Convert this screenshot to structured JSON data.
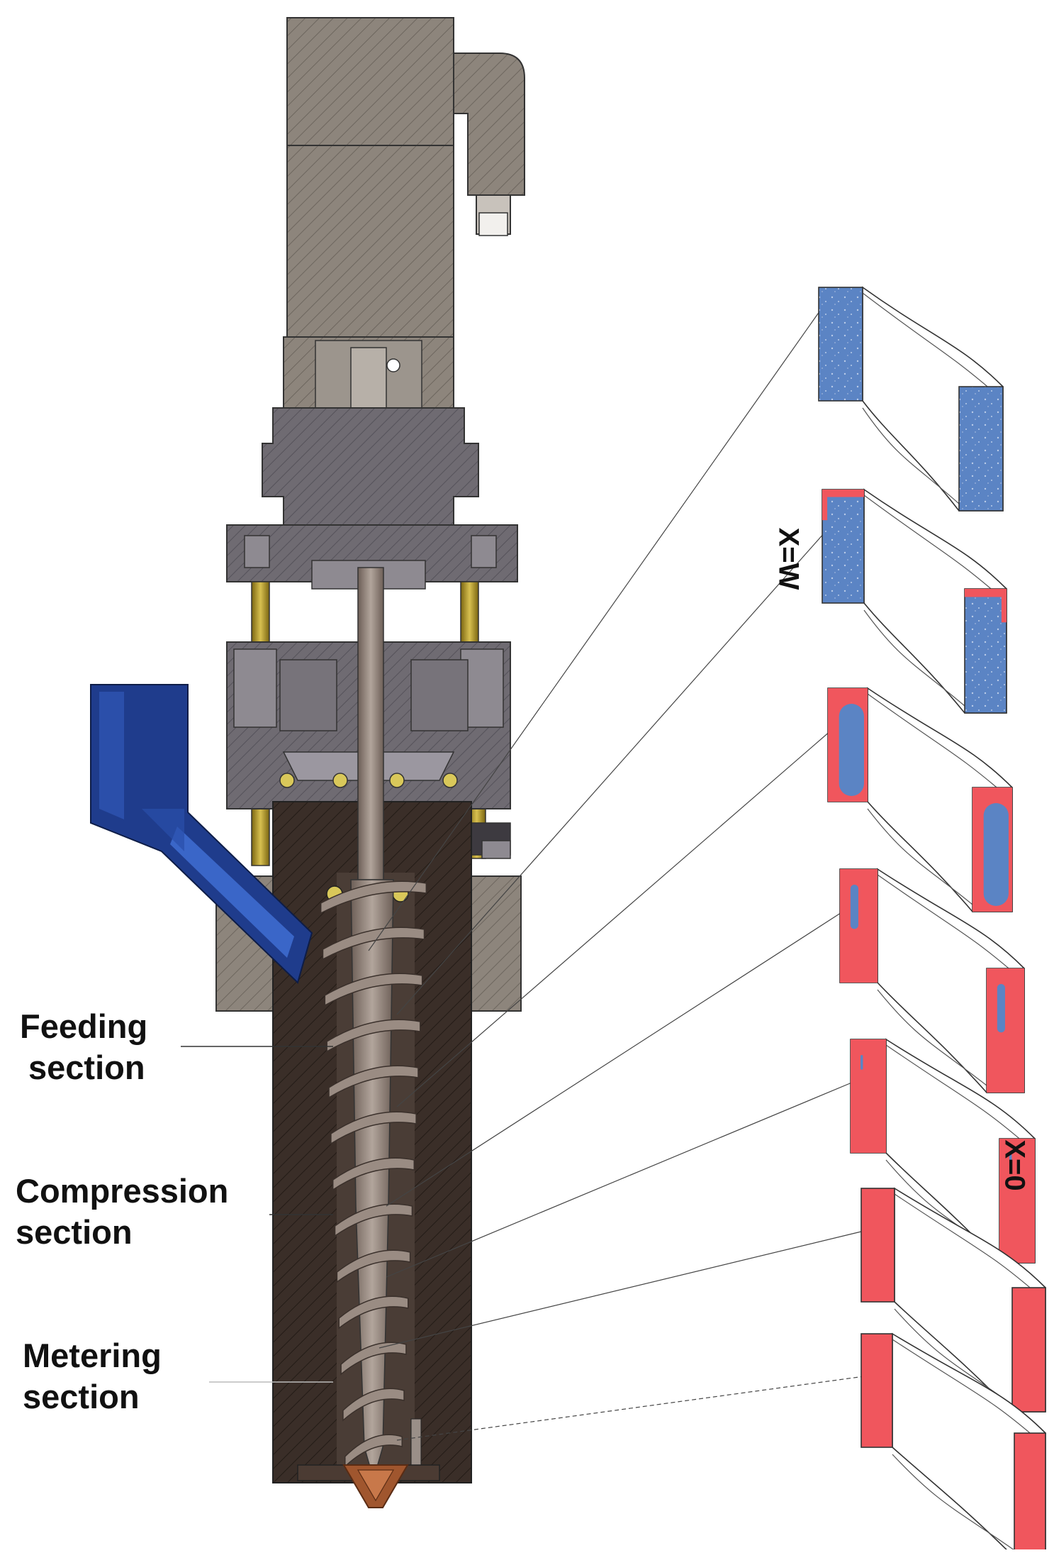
{
  "section_labels": {
    "feeding": [
      "Feeding",
      "section"
    ],
    "compression": [
      "Compression",
      "section"
    ],
    "metering": [
      "Metering",
      "section"
    ]
  },
  "axis_labels": {
    "top": "X=W",
    "bottom": "X=0"
  },
  "colors": {
    "motor": "#8d857c",
    "gearbox": "#6f6b72",
    "barrel": "#3a2e28",
    "screw": "#8a7a70",
    "hopper": "#1f3c8c",
    "pillar": "#b59a2a",
    "solid": "#5b84c4",
    "melt": "#f0565d",
    "nozzle": "#a0562e"
  },
  "channel_melt_fraction": [
    0.0,
    0.12,
    0.55,
    0.85,
    0.95,
    1.0,
    1.0
  ]
}
